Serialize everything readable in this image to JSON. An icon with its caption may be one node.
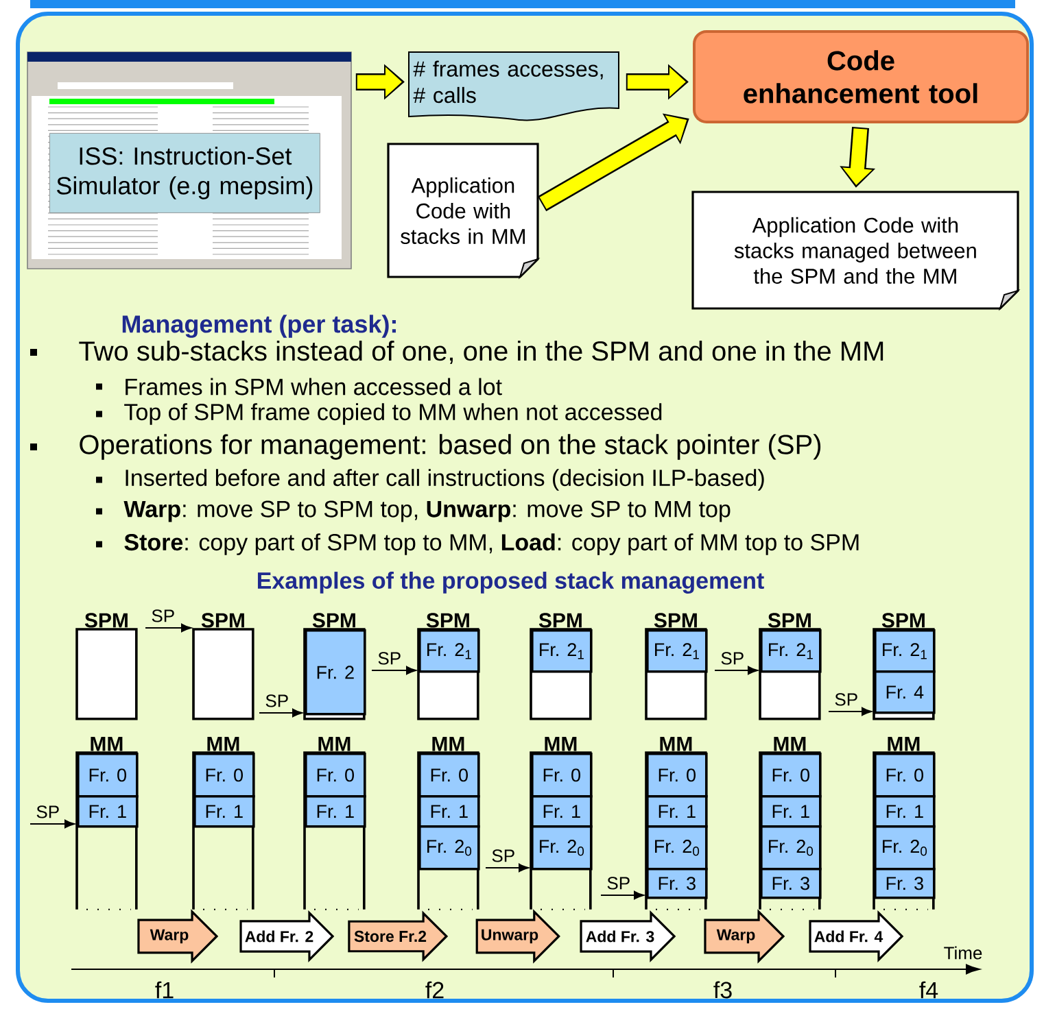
{
  "diagram": {
    "nodes": [
      {
        "text": [],
        "shape": "picture"
      },
      {
        "text": [
          "ISS: Instruction-Set Simulator (e.g mepsim)"
        ],
        "in": 0
      },
      {
        "text": [
          "# frames accesses, # calls"
        ]
      },
      {
        "text": [
          "Code enhancement tool"
        ]
      },
      {
        "text": [
          "Application Code with stacks in MM"
        ]
      },
      {
        "text": [
          "Application Code with stacks managed between the SPM and the MM"
        ]
      },
      {
        "text": [
          "SPM"
        ]
      },
      {
        "text": [
          "MM"
        ]
      },
      {
        "text": [
          "Fr. 0"
        ],
        "in": 7
      },
      {
        "text": [
          "Fr. 1"
        ],
        "in": 7
      },
      {
        "text": [
          "SP"
        ]
      },
      {
        "text": [
          "Warp"
        ]
      },
      {
        "text": [
          "SPM"
        ]
      },
      {
        "text": [
          "MM"
        ]
      },
      {
        "text": [
          "Fr. 0"
        ],
        "in": 13
      },
      {
        "text": [
          "Fr. 1"
        ],
        "in": 13
      },
      {
        "text": [
          "SP"
        ]
      },
      {
        "text": [
          "Add Fr. 2"
        ]
      },
      {
        "text": [
          "SPM"
        ]
      },
      {
        "text": [
          "Fr. 2"
        ],
        "in": 18
      },
      {
        "text": [
          "MM"
        ]
      },
      {
        "text": [
          "Fr. 0"
        ],
        "in": 20
      },
      {
        "text": [
          "Fr. 1"
        ],
        "in": 20
      },
      {
        "text": [
          "SP"
        ]
      },
      {
        "text": [
          "Store Fr.2"
        ]
      },
      {
        "text": [
          "SPM"
        ]
      },
      {
        "text": [
          "Fr. 2$_{1}$"
        ],
        "in": 25
      },
      {
        "text": [
          "MM"
        ]
      },
      {
        "text": [
          "Fr. 0"
        ],
        "in": 27
      },
      {
        "text": [
          "Fr. 1"
        ],
        "in": 27
      },
      {
        "text": [
          "Fr. 2$_{0}$"
        ],
        "in": 27
      },
      {
        "text": [
          "SP"
        ]
      },
      {
        "text": [
          "Unwarp"
        ]
      },
      {
        "text": [
          "SPM"
        ]
      },
      {
        "text": [
          "Fr. 2$_{1}$"
        ],
        "in": 33
      },
      {
        "text": [
          "MM"
        ]
      },
      {
        "text": [
          "Fr. 0"
        ],
        "in": 35
      },
      {
        "text": [
          "Fr. 1"
        ],
        "in": 35
      },
      {
        "text": [
          "Fr. 2$_{0}$"
        ],
        "in": 35
      },
      {
        "text": [
          "SP"
        ]
      },
      {
        "text": [
          "Add Fr. 3"
        ]
      },
      {
        "text": [
          "SPM"
        ]
      },
      {
        "text": [
          "Fr. 2$_{1}$"
        ],
        "in": 41
      },
      {
        "text": [
          "MM"
        ]
      },
      {
        "text": [
          "Fr. 0"
        ],
        "in": 43
      },
      {
        "text": [
          "Fr. 1"
        ],
        "in": 43
      },
      {
        "text": [
          "Fr. 2$_{0}$"
        ],
        "in": 43
      },
      {
        "text": [
          "Fr. 3"
        ],
        "in": 43
      },
      {
        "text": [
          "SP"
        ]
      },
      {
        "text": [
          "Warp"
        ]
      },
      {
        "text": [
          "SPM"
        ]
      },
      {
        "text": [
          "Fr. 2$_{1}$"
        ],
        "in": 50
      },
      {
        "text": [
          "MM"
        ]
      },
      {
        "text": [
          "Fr. 0"
        ],
        "in": 52
      },
      {
        "text": [
          "Fr. 1"
        ],
        "in": 52
      },
      {
        "text": [
          "Fr. 2$_{0}$"
        ],
        "in": 52
      },
      {
        "text": [
          "Fr. 3"
        ],
        "in": 52
      },
      {
        "text": [
          "SP"
        ]
      },
      {
        "text": [
          "Add Fr. 4"
        ]
      },
      {
        "text": [
          "SPM"
        ]
      },
      {
        "text": [
          "Fr. 2$_{1}$"
        ],
        "in": 59
      },
      {
        "text": [
          "Fr. 4"
        ],
        "in": 59
      },
      {
        "text": [
          "MM"
        ]
      },
      {
        "text": [
          "Fr. 0"
        ],
        "in": 62
      },
      {
        "text": [
          "Fr. 1"
        ],
        "in": 62
      },
      {
        "text": [
          "Fr. 2$_{0}$"
        ],
        "in": 62
      },
      {
        "text": [
          "Fr. 3"
        ],
        "in": 62
      },
      {
        "text": [
          "SP"
        ]
      }
    ],
    "edges": [
      {
        "from": 0,
        "to": 2,
        "arrow": "to",
        "style": "thick"
      },
      {
        "from": 2,
        "to": 3,
        "arrow": "to",
        "style": "thick"
      },
      {
        "from": 4,
        "to": 3,
        "arrow": "to",
        "style": "thick"
      },
      {
        "from": 3,
        "to": 5,
        "arrow": "to",
        "style": "thick"
      },
      {
        "from": 10,
        "to": 7,
        "arrow": "to"
      },
      {
        "from": 16,
        "to": 12,
        "arrow": "to"
      },
      {
        "from": 23,
        "to": 18,
        "arrow": "to"
      },
      {
        "from": 31,
        "to": 25,
        "arrow": "to"
      },
      {
        "from": 39,
        "to": 35,
        "arrow": "to"
      },
      {
        "from": 48,
        "to": 43,
        "arrow": "to"
      },
      {
        "from": 57,
        "to": 50,
        "arrow": "to"
      },
      {
        "from": 67,
        "to": 59,
        "arrow": "to"
      }
    ],
    "labels": [
      "Management (per task):",
      "Two sub-stacks instead of one, one in the SPM and one in the MM",
      "Frames in SPM when accessed a lot",
      "Top of SPM frame copied to MM when not accessed",
      "Operations for management: based on the stack pointer (SP)",
      "Inserted before and after call instructions (decision ILP-based)",
      "**Warp**: move SP to SPM top, **Unwarp**: move SP to MM top",
      "**Store**: copy part of SPM top to MM, **Load**: copy part of MM top to SPM",
      "Examples of the proposed stack management",
      "Time",
      "f1",
      "f2",
      "f3",
      "f4"
    ]
  }
}
